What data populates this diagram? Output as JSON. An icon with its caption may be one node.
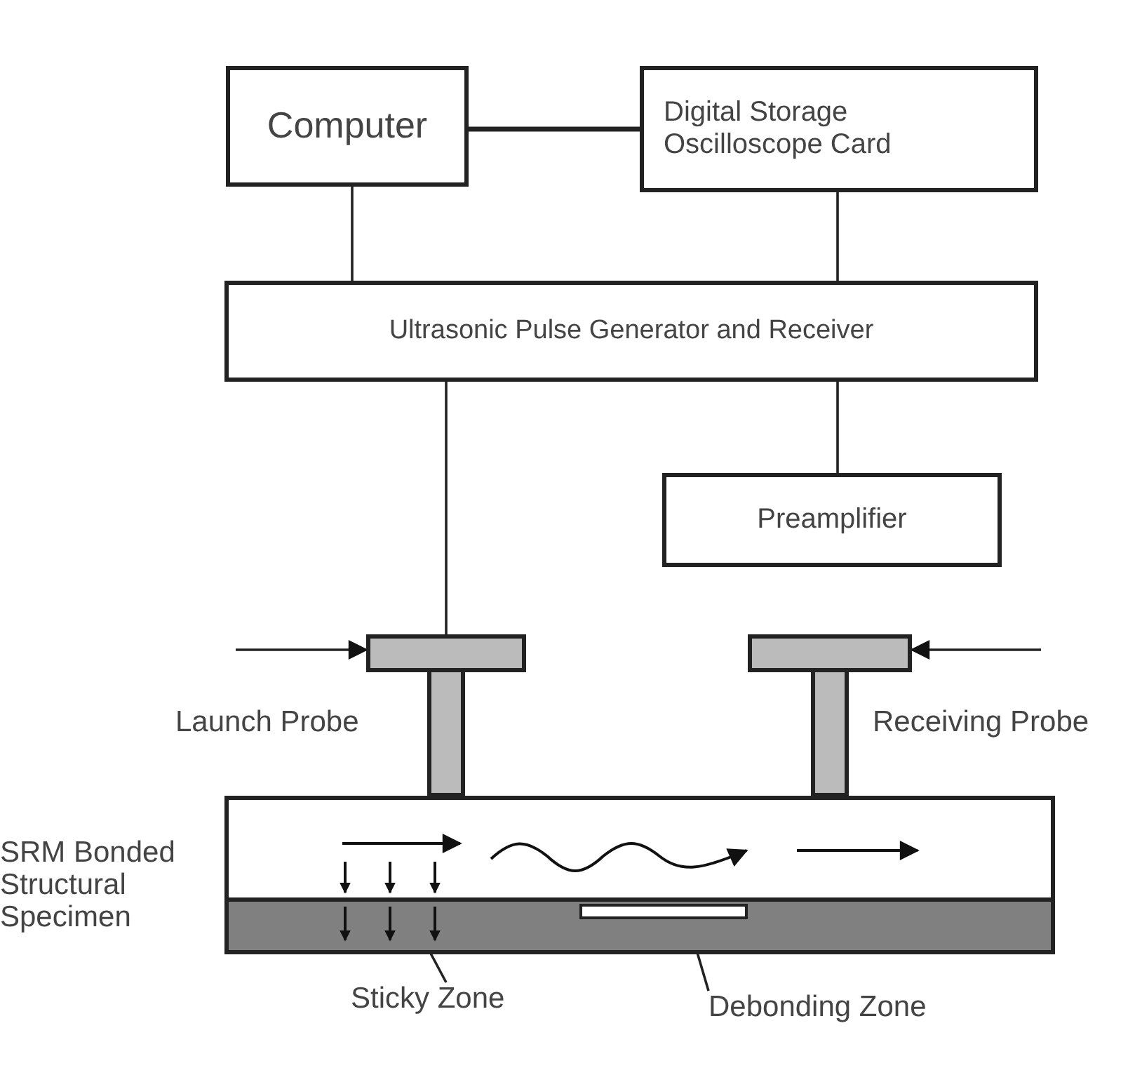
{
  "diagram": {
    "nodes": [
      {
        "text": [
          "Computer"
        ]
      },
      {
        "text": [
          "Digital Storage Oscilloscope Card"
        ]
      },
      {
        "text": [
          "Ultrasonic Pulse Generator and Receiver"
        ]
      },
      {
        "text": [
          "Preamplifier"
        ]
      },
      {
        "text": [],
        "shape": "box",
        "beside": [
          "Launch Probe"
        ]
      },
      {
        "text": [],
        "shape": "box",
        "beside": [
          "Receiving Probe"
        ]
      },
      {
        "text": [],
        "shape": "box",
        "beside": [
          "SRM Bonded Structural Specimen"
        ]
      },
      {
        "text": [
          "Sticky Zone"
        ]
      },
      {
        "text": [
          "Debonding Zone"
        ]
      },
      {
        "text": [],
        "shape": "bar",
        "in": 6
      }
    ],
    "edges": [
      {
        "from": 0,
        "to": 1,
        "arrow": "none",
        "style": "thick"
      },
      {
        "from": 0,
        "to": 2,
        "arrow": "none"
      },
      {
        "from": 1,
        "to": 2,
        "arrow": "none"
      },
      {
        "from": 2,
        "to": 4,
        "arrow": "none"
      },
      {
        "from": 2,
        "to": 3,
        "arrow": "none"
      },
      {
        "from": null,
        "to": 4,
        "arrow": "to"
      },
      {
        "from": null,
        "to": 5,
        "arrow": "to"
      },
      {
        "from": 7,
        "to": null,
        "arrow": "none"
      },
      {
        "from": 8,
        "to": 9,
        "arrow": "none"
      }
    ]
  }
}
